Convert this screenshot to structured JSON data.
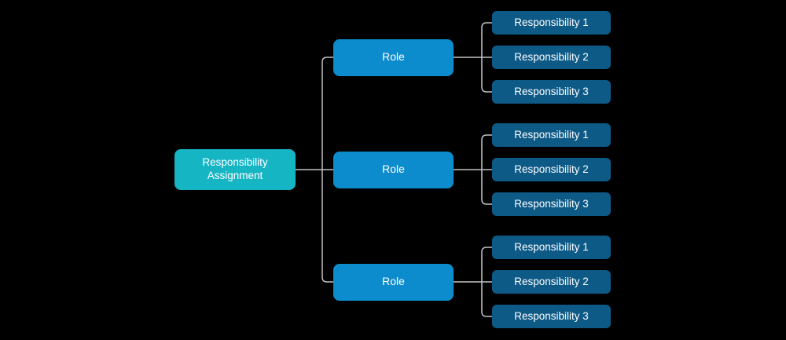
{
  "canvas": {
    "background": "#000000"
  },
  "diagram": {
    "root": {
      "label": "Responsibility Assignment"
    },
    "roles": [
      {
        "label": "Role",
        "responsibilities": [
          "Responsibility 1",
          "Responsibility 2",
          "Responsibility 3"
        ]
      },
      {
        "label": "Role",
        "responsibilities": [
          "Responsibility 1",
          "Responsibility 2",
          "Responsibility 3"
        ]
      },
      {
        "label": "Role",
        "responsibilities": [
          "Responsibility 1",
          "Responsibility 2",
          "Responsibility 3"
        ]
      }
    ],
    "colors": {
      "root": "#16b5c4",
      "role": "#0d8ccd",
      "responsibility": "#0e5a87",
      "connector": "#c2c2c2",
      "text": "#ffffff"
    }
  }
}
